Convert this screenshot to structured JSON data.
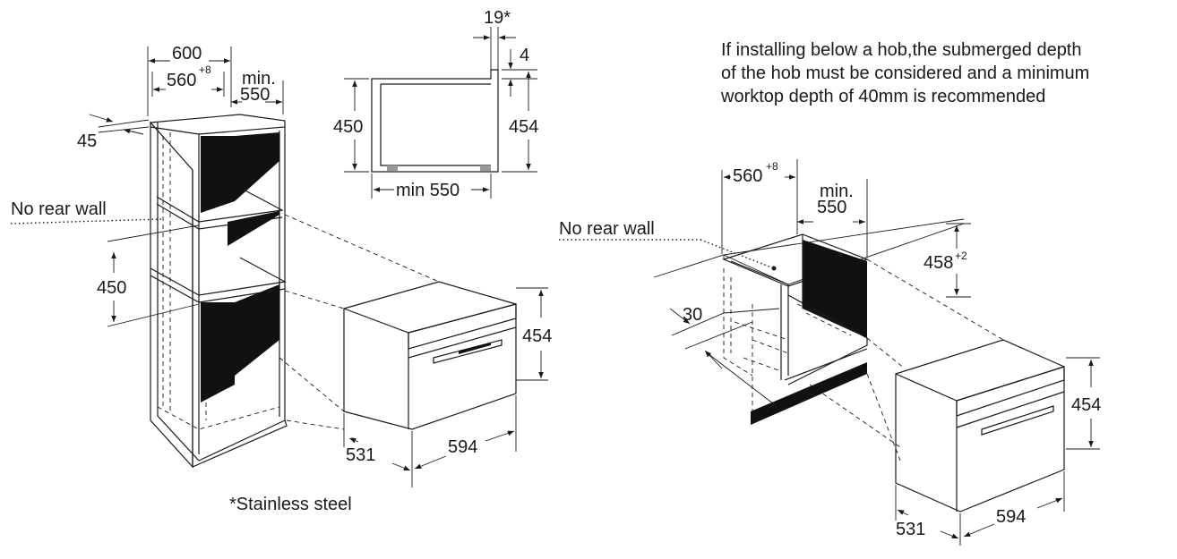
{
  "note_hob": {
    "line1": "If installing below a hob,the submerged depth",
    "line2": "of the hob must be considered and a minimum",
    "line3": "worktop depth of 40mm is recommended"
  },
  "footnote": "*Stainless steel",
  "left_cabinet": {
    "width_600": "600",
    "width_560": "560",
    "width_560_sup": "+8",
    "min_label": "min.",
    "depth_550": "550",
    "thickness_45": "45",
    "no_rear_wall": "No rear wall",
    "height_450": "450"
  },
  "side_view": {
    "gap_19": "19*",
    "gap_4": "4",
    "height_450": "450",
    "height_454": "454",
    "depth_min": "min 550"
  },
  "oven_left": {
    "height_454": "454",
    "depth_531": "531",
    "width_594": "594"
  },
  "right_cabinet": {
    "width_560": "560",
    "width_560_sup": "+8",
    "min_label": "min.",
    "depth_550": "550",
    "no_rear_wall": "No rear wall",
    "height_458": "458",
    "height_458_sup": "+2",
    "offset_30": "30"
  },
  "oven_right": {
    "height_454": "454",
    "depth_531": "531",
    "width_594": "594"
  }
}
